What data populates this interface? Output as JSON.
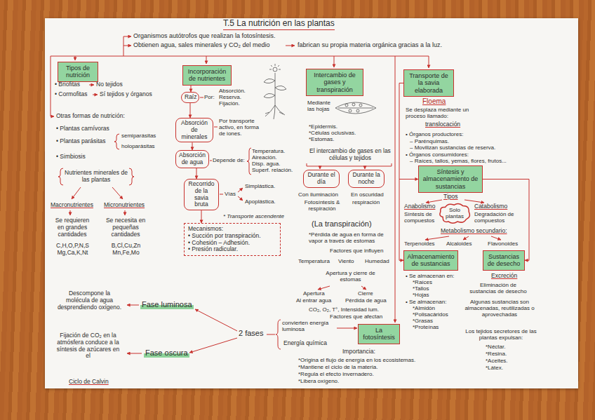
{
  "diagram": {
    "title": "T.5 La nutrición en las plantas",
    "nodes": [
      {
        "text": [
          "Tipos de nutrición"
        ]
      },
      {
        "text": [
          "Incorporación de nutrientes"
        ]
      },
      {
        "text": [
          "Raíz"
        ]
      },
      {
        "text": [
          "Absorción de minerales"
        ]
      },
      {
        "text": [
          "Absorción de agua"
        ]
      },
      {
        "text": [
          "Recorrido de la savia bruta"
        ]
      },
      {
        "text": [
          "Mecanismos:",
          "• Succión por transpiración.",
          "• Cohesión – Adhesión.",
          "• Presión radicular."
        ]
      },
      {
        "text": [
          "Intercambio de gases y transpiración"
        ]
      },
      {
        "text": [
          "Durante el día"
        ]
      },
      {
        "text": [
          "Durante la noche"
        ]
      },
      {
        "text": [
          "Transporte de la savia elaborada"
        ]
      },
      {
        "text": [
          "Síntesis y almacenamiento de sustancias"
        ]
      },
      {
        "text": [
          "Solo plantas"
        ]
      },
      {
        "text": [
          "Almacenamiento de sustancias"
        ]
      },
      {
        "text": [
          "Sustancias de desecho"
        ]
      },
      {
        "text": [
          "La fotosíntesis"
        ]
      }
    ],
    "edges": [
      {
        "from": 1,
        "to": 2,
        "arrow": "to"
      },
      {
        "from": 2,
        "to": 3,
        "arrow": "to"
      },
      {
        "from": 3,
        "to": 4,
        "arrow": "to"
      },
      {
        "from": 4,
        "to": 5,
        "arrow": "to"
      },
      {
        "from": 5,
        "to": 6,
        "arrow": "to"
      },
      {
        "from": 10,
        "to": 11,
        "arrow": "to"
      },
      {
        "from": 11,
        "to": 13,
        "arrow": "to"
      },
      {
        "from": 11,
        "to": 14,
        "arrow": "to"
      }
    ],
    "labels": [
      "Organismos autótrofos que realizan la fotosíntesis.",
      "Obtienen agua, sales minerales y CO₂ del medio",
      "fabrican su propia materia orgánica gracias a la luz.",
      "• Briofitas",
      "No tejidos",
      "• Cormofitas",
      "Sí tejidos y órganos",
      "Otras formas de nutrición:",
      "• Plantas carnívoras",
      "• Plantas parásitas",
      "semiparásitas",
      "holoparásitas",
      "• Simbiosis",
      "Nutrientes minerales de las plantas",
      "Macronutrientes",
      "Micronutrientes",
      "Se requieren en grandes cantidades",
      "Se necesita en pequeñas cantidades",
      "C,H,O,P,N,S Mg,Ca,K,Nt",
      "B,Cl,Cu,Zn Mn,Fe,Mo",
      "Por:",
      "Absorción.",
      "Reserva.",
      "Fijación.",
      "Por transporte activo, en forma de iones.",
      "Depende de:",
      "Temperatura.",
      "Aireación.",
      "Disp. agua.",
      "Superf. relación.",
      "Vías",
      "Simplástica.",
      "Apoplástica.",
      "* Transporte ascendente",
      "Mediante las hojas",
      "*Epidermis.",
      "*Células oclusivas.",
      "*Estomas.",
      "El intercambio de gases en las células y tejidos",
      "Con iluminación",
      "Fotosíntesis & respiración",
      "En oscuridad",
      "respiración",
      "(La transpiración)",
      "*Pérdida de agua en forma de vapor a través de estomas",
      "Factores que influyen",
      "Temperatura",
      "Viento",
      "Humedad",
      "Apertura y cierre de estomas",
      "Apertura",
      "Al entrar agua",
      "Cierre",
      "Pérdida de agua",
      "Floema",
      "Se desplaza mediante un proceso llamado:",
      "translocación",
      "• Órganos productores:",
      "– Parénquimas.",
      "– Movilizan sustancias de reserva.",
      "• Órganos consumidores:",
      "– Raíces, tallos, yemas, flores, frutos...",
      "Tipos",
      "Anabolismo",
      "Síntesis de compuestos",
      "Catabolismo",
      "Degradación de compuestos",
      "Metabolismo secundario:",
      "Terpenoides",
      "Alcaloides",
      "Flavonoides",
      "• Se almacenan en:",
      "*Raíces",
      "*Tallos",
      "*Hojas",
      "• Se almacenan:",
      "*Almidón",
      "*Polisacáridos",
      "*Grasas",
      "*Proteínas",
      "Excreción",
      "Eliminación de sustancias de desecho",
      "Algunas sustancias son almacenadas, reutilizadas o aprovechadas",
      "Los tejidos secretores de las plantas expulsan:",
      "*Néctar.",
      "*Resina.",
      "*Aceites.",
      "*Látex.",
      "CO₂, O₂, T°, Intensidad lum.",
      "Factores que afectan",
      "convierten energía luminosa",
      "Energía química",
      "2 fases",
      "Importancia:",
      "*Origina el flujo de energía en los ecosistemas.",
      "*Mantiene el ciclo de la materia.",
      "*Regula el efecto invernadero.",
      "*Libera oxígeno.",
      "Fase luminosa",
      "Fase oscura",
      "Descompone la molécula de agua desprendiendo oxígeno.",
      "Fijación de CO₂ en la atmósfera conduce a la síntesis de azúcares en el",
      "Ciclo de Calvin"
    ]
  }
}
